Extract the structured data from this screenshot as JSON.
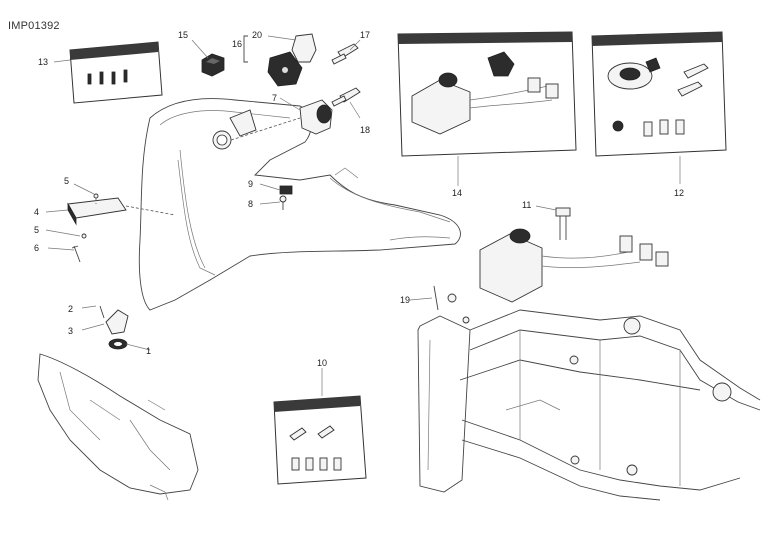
{
  "diagram": {
    "code": "IMP01392",
    "callouts": {
      "c1": "1",
      "c2": "2",
      "c3": "3",
      "c4": "4",
      "c5a": "5",
      "c5b": "5",
      "c6": "6",
      "c7": "7",
      "c8": "8",
      "c9": "9",
      "c10": "10",
      "c11": "11",
      "c12": "12",
      "c13": "13",
      "c14": "14",
      "c15": "15",
      "c16": "16",
      "c17": "17",
      "c18": "18",
      "c19": "19",
      "c20": "20"
    }
  }
}
